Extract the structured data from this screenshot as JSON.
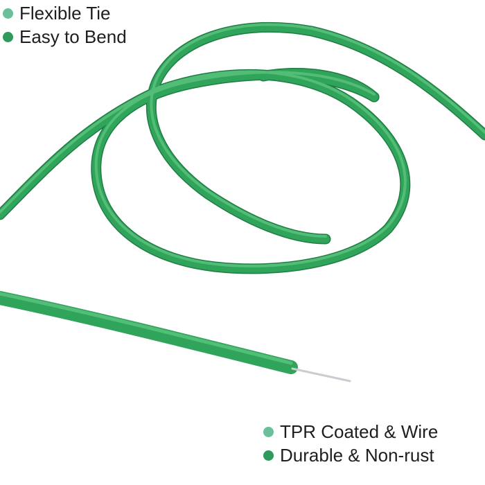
{
  "top_features": [
    {
      "label": "Flexible Tie",
      "bullet": "light-green-dot"
    },
    {
      "label": "Easy to Bend",
      "bullet": "dark-green-dot"
    }
  ],
  "bottom_features": [
    {
      "label": "TPR Coated & Wire",
      "bullet": "light-green-dot"
    },
    {
      "label": "Durable & Non-rust",
      "bullet": "dark-green-dot"
    }
  ],
  "colors": {
    "wire_green": "#2fa45a",
    "wire_highlight": "#5cc47f",
    "wire_shadow": "#1f7d42",
    "core_metal": "#c9ccd0",
    "bullet_light": "#6bbf9a",
    "bullet_dark": "#2e9a5c",
    "text": "#1e1e1e",
    "background": "#ffffff"
  }
}
